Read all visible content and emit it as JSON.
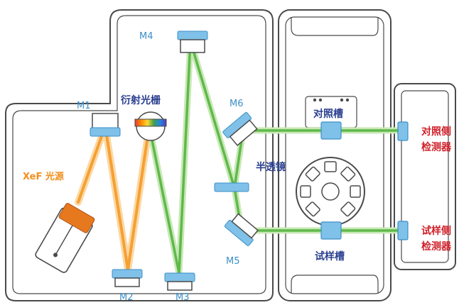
{
  "labels": {
    "m1": "M1",
    "m2": "M2",
    "m3": "M3",
    "m4": "M4",
    "m5": "M5",
    "m6": "M6",
    "grating": "衍射光栅",
    "source": "XeF 光源",
    "half_mirror": "半透镜",
    "reference_cell": "对照槽",
    "sample_cell": "试样槽",
    "reference_detector_line1": "对照侧",
    "reference_detector_line2": "检测器",
    "sample_detector_line1": "试样侧",
    "sample_detector_line2": "检测器"
  },
  "colors": {
    "orange_beam": "#f5a033",
    "green_beam": "#5fb94a",
    "mirror_blue": "#7fc1e8",
    "outline_gray": "#4a4a4a",
    "label_blue": "#2a3f8f",
    "label_red": "#d0202a",
    "label_orange": "#f0901e",
    "mirror_label": "#3d8fc7"
  }
}
